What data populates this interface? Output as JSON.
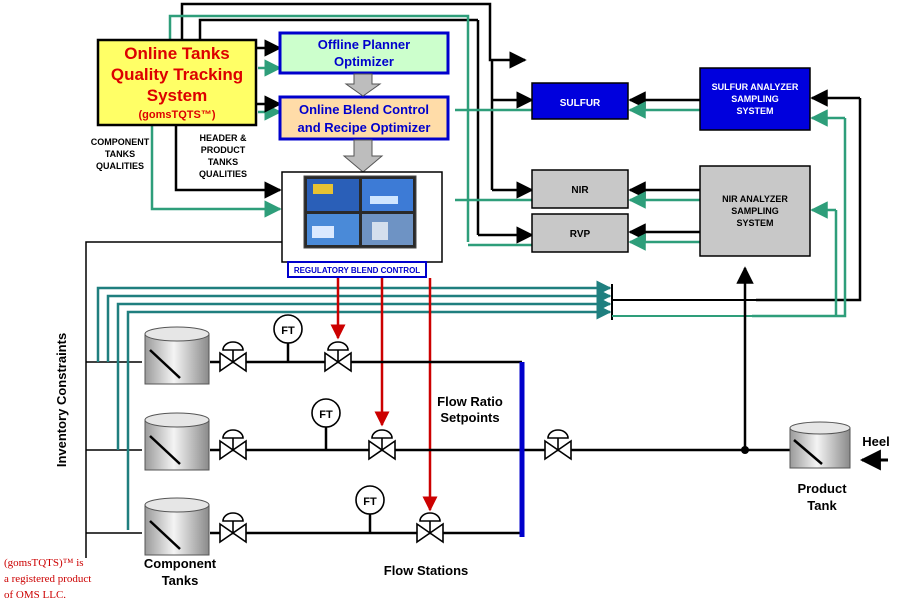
{
  "boxes": {
    "tracking": {
      "line1": "Online Tanks",
      "line2": "Quality Tracking",
      "line3": "System",
      "line4": "(gomsTQTS™)"
    },
    "planner": {
      "line1": "Offline Planner",
      "line2": "Optimizer"
    },
    "blend": {
      "line1": "Online Blend Control",
      "line2": "and Recipe Optimizer"
    },
    "regulatory": {
      "label": "REGULATORY BLEND CONTROL"
    },
    "sulfur": {
      "label": "SULFUR"
    },
    "sulfur_analyzer": {
      "line1": "SULFUR ANALYZER",
      "line2": "SAMPLING",
      "line3": "SYSTEM"
    },
    "nir": {
      "label": "NIR"
    },
    "rvp": {
      "label": "RVP"
    },
    "nir_analyzer": {
      "line1": "NIR ANALYZER",
      "line2": "SAMPLING",
      "line3": "SYSTEM"
    }
  },
  "labels": {
    "component_qualities": [
      "COMPONENT",
      "TANKS",
      "QUALITIES"
    ],
    "header_qualities": [
      "HEADER &",
      "PRODUCT",
      "TANKS",
      "QUALITIES"
    ],
    "inventory": "Inventory Constraints",
    "flow_ratio": [
      "Flow Ratio",
      "Setpoints"
    ],
    "component_tanks": [
      "Component",
      "Tanks"
    ],
    "flow_stations": "Flow Stations",
    "product_tank": [
      "Product",
      "Tank"
    ],
    "heel": "Heel",
    "trademark": [
      "(gomsTQTS)™ is",
      "a registered product",
      "of OMS LLC."
    ]
  },
  "instruments": {
    "ft": "FT"
  },
  "colors": {
    "black": "#000000",
    "green": "#2e9e7a",
    "teal": "#1f7f7f",
    "red": "#cc0000",
    "blue": "#0000cc",
    "yellow": "#ffff66",
    "light_green": "#ccffcc",
    "peach": "#ffdca8",
    "royal_blue": "#0000dd",
    "gray": "#c8c8c8"
  }
}
